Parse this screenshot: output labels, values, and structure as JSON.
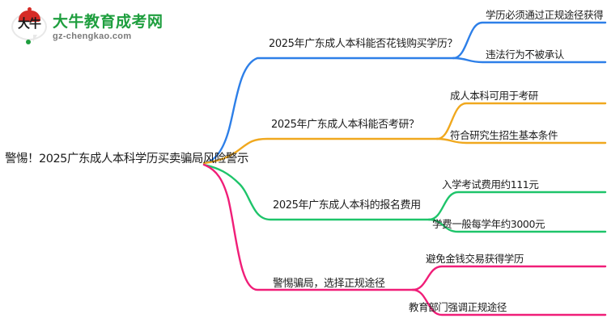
{
  "logo": {
    "mark_text": "大牛",
    "title": "大牛教育成考网",
    "subtitle": "gz-chengkao.com",
    "brand_green": "#1e9e3e",
    "brand_red": "#d62b26"
  },
  "mindmap": {
    "root": {
      "label": "警惕！2025广东成人本科学历买卖骗局风险警示"
    },
    "branches": [
      {
        "label": "2025年广东成人本科能否花钱购买学历？",
        "color": "#2d7fe8",
        "children": [
          {
            "label": "学历必须通过正规途径获得"
          },
          {
            "label": "违法行为不被承认"
          }
        ]
      },
      {
        "label": "2025年广东成人本科能否考研？",
        "color": "#f0a81e",
        "children": [
          {
            "label": "成人本科可用于考研"
          },
          {
            "label": "符合研究生招生基本条件"
          }
        ]
      },
      {
        "label": "2025年广东成人本科的报名费用",
        "color": "#1ec46a",
        "children": [
          {
            "label": "入学考试费用约111元"
          },
          {
            "label": "学费一般每学年约3000元"
          }
        ]
      },
      {
        "label": "警惕骗局，选择正规途径",
        "color": "#f01e78",
        "children": [
          {
            "label": "避免金钱交易获得学历"
          },
          {
            "label": "教育部门强调正规途径"
          }
        ]
      }
    ]
  }
}
